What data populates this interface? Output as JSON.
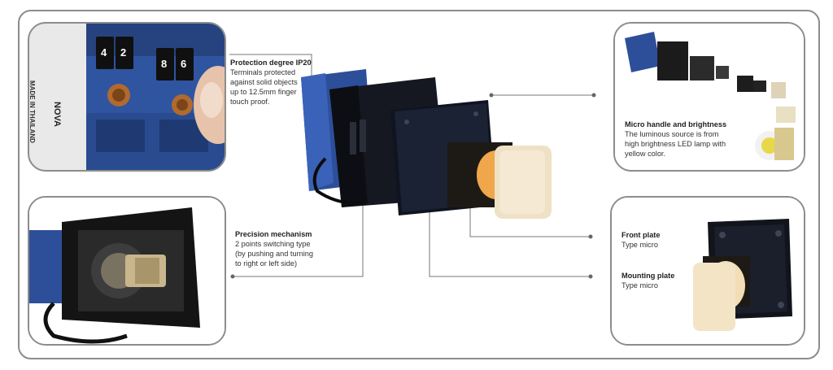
{
  "features": {
    "protection": {
      "title": "Protection degree IP20",
      "body": "Terminals protected\nagainst solid objects\nup to 12.5mm finger\ntouch proof."
    },
    "precision": {
      "title": "Precision mechanism",
      "body": "2 points switching type\n(by pushing and turning\nto right or left side)"
    },
    "micro_handle": {
      "title": "Micro handle and brightness",
      "body": "The luminous source is from\nhigh brightness LED lamp with\nyellow color."
    },
    "front_plate": {
      "title": "Front plate",
      "body": "Type micro"
    },
    "mounting_plate": {
      "title": "Mounting plate",
      "body": "Type micro"
    }
  },
  "product_marks": {
    "terminal_numbers": [
      "4",
      "2",
      "8",
      "6"
    ],
    "made_in": "MADE IN THAILAND",
    "brand": "NOVA"
  },
  "colors": {
    "switch_blue": "#2d4f9a",
    "housing_black": "#151820",
    "led_amber": "#f0a64a",
    "frame_grey": "#8c8c8c"
  }
}
